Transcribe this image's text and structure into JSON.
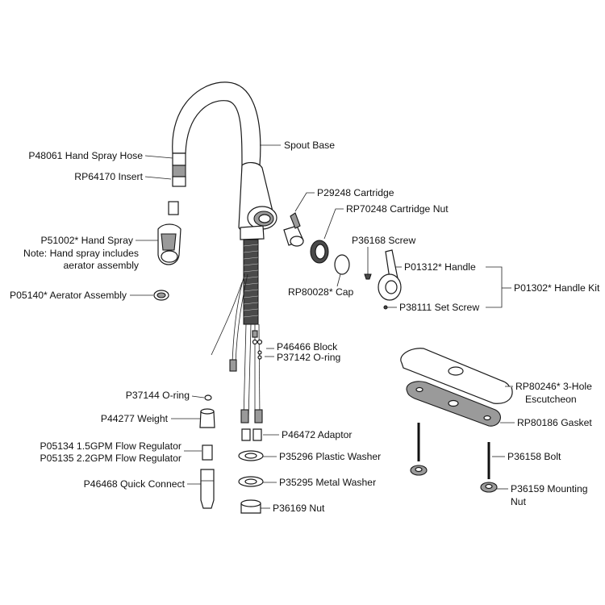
{
  "labels": {
    "hand_spray_hose": "P48061 Hand Spray Hose",
    "insert": "RP64170 Insert",
    "hand_spray": "P51002* Hand Spray",
    "hand_spray_note_1": "Note: Hand spray includes",
    "hand_spray_note_2": "aerator assembly",
    "aerator_assembly": "P05140* Aerator Assembly",
    "spout_base": "Spout Base",
    "cartridge": "P29248 Cartridge",
    "cartridge_nut": "RP70248 Cartridge Nut",
    "screw": "P36168 Screw",
    "handle": "P01312* Handle",
    "handle_kit": "P01302* Handle Kit",
    "cap": "RP80028* Cap",
    "set_screw": "P38111 Set Screw",
    "block": "P46466 Block",
    "block_oring": "P37142 O-ring",
    "oring": "P37144 O-ring",
    "weight": "P44277 Weight",
    "flow_regulator_15": "P05134 1.5GPM Flow Regulator",
    "flow_regulator_22": "P05135 2.2GPM Flow Regulator",
    "quick_connect": "P46468 Quick Connect",
    "adaptor": "P46472 Adaptor",
    "plastic_washer": "P35296 Plastic Washer",
    "metal_washer": "P35295 Metal Washer",
    "nut": "P36169 Nut",
    "escutcheon_1": "RP80246* 3-Hole",
    "escutcheon_2": "Escutcheon",
    "gasket": "RP80186 Gasket",
    "bolt": "P36158 Bolt",
    "mounting_nut_1": "P36159 Mounting",
    "mounting_nut_2": "Nut"
  }
}
